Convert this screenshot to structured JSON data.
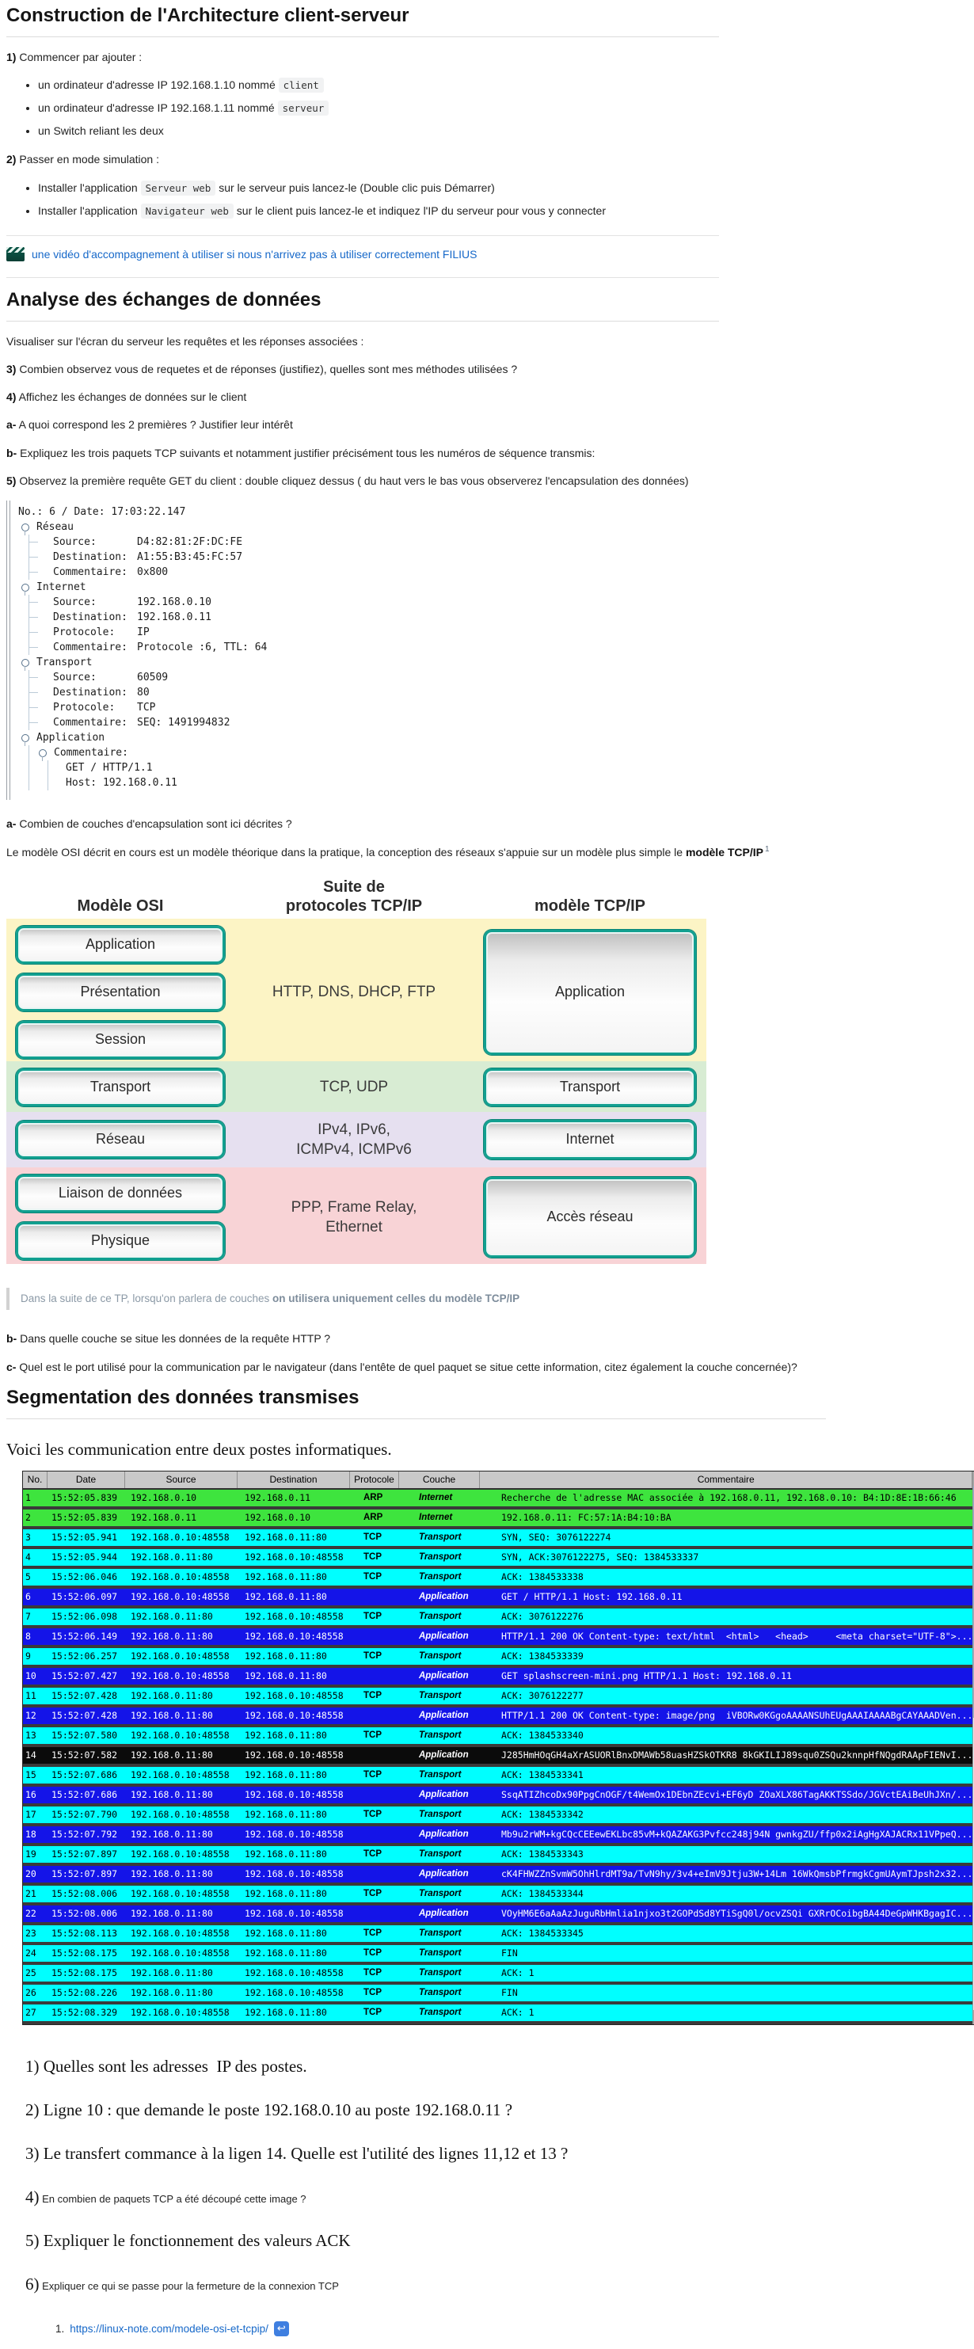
{
  "sections": {
    "s1_title": "Construction de l'Architecture client-serveur",
    "s2_title": "Analyse des échanges de données",
    "s3_title": "Segmentation des données transmises"
  },
  "construction": {
    "step1_label": "1)",
    "step1_text": " Commencer par ajouter :",
    "step1_items": [
      {
        "pre": "un ordinateur d'adresse IP 192.168.1.10 nommé ",
        "code": "client",
        "post": ""
      },
      {
        "pre": "un ordinateur d'adresse IP 192.168.1.11 nommé ",
        "code": "serveur",
        "post": ""
      },
      {
        "pre": "un Switch reliant les deux",
        "code": "",
        "post": ""
      }
    ],
    "step2_label": "2)",
    "step2_text": " Passer en mode simulation :",
    "step2_items": [
      {
        "pre": "Installer l'application ",
        "code": "Serveur web",
        "post": " sur le serveur puis lancez-le (Double clic puis Démarrer)"
      },
      {
        "pre": "Installer l'application ",
        "code": "Navigateur web",
        "post": " sur le client puis lancez-le et indiquez l'IP du serveur pour vous y connecter"
      }
    ],
    "video_link": "une vidéo d'accompagnement à utiliser si nous n'arrivez pas à utiliser correctement FILIUS"
  },
  "analyse": {
    "intro": "Visualiser sur l'écran du serveur les requêtes et les réponses associées :",
    "q3_label": "3)",
    "q3": " Combien observez vous de requetes et de réponses (justifiez), quelles sont mes méthodes utilisées ?",
    "q4_label": "4)",
    "q4": " Affichez les échanges de données sur le client",
    "qa_label": "a-",
    "qa": " A quoi correspond les 2 premières ? Justifier leur intérêt",
    "qb_label": "b-",
    "qb": " Expliquez les trois paquets TCP suivants et notamment justifier précisément tous les numéros de séquence transmis:",
    "q5_label": "5)",
    "q5": " Observez la première requête GET du client : double cliquez dessus ( du haut vers le bas vous observerez l'encapsulation des données)",
    "qa2_label": "a-",
    "qa2": " Combien de couches d'encapsulation sont ici décrites ?",
    "osi_par_pre": "Le modèle OSI décrit en cours est un modèle théorique dans la pratique, la conception des réseaux s'appuie sur un modèle plus simple le ",
    "osi_par_bold": "modèle TCP/IP",
    "osi_footnote_ref": "1",
    "note_pre": "Dans la suite de ce TP, lorsqu'on parlera de couches ",
    "note_bold": "on utilisera uniquement celles du modèle TCP/IP",
    "qb2_label": "b-",
    "qb2": " Dans quelle couche se situe les données de la requête HTTP ?",
    "qc_label": "c-",
    "qc": " Quel est le port utilisé pour la communication par le navigateur (dans l'entête de quel paquet se situe cette information, citez également la couche concernée)?"
  },
  "packet_tree": {
    "title": "No.: 6 / Date: 17:03:22.147",
    "nodes": [
      {
        "label": "Réseau",
        "children": [
          {
            "k": "Source:",
            "v": "D4:82:81:2F:DC:FE"
          },
          {
            "k": "Destination:",
            "v": "A1:55:B3:45:FC:57"
          },
          {
            "k": "Commentaire:",
            "v": "0x800"
          }
        ]
      },
      {
        "label": "Internet",
        "children": [
          {
            "k": "Source:",
            "v": "192.168.0.10"
          },
          {
            "k": "Destination:",
            "v": "192.168.0.11"
          },
          {
            "k": "Protocole:",
            "v": "IP"
          },
          {
            "k": "Commentaire:",
            "v": "Protocole :6, TTL: 64"
          }
        ]
      },
      {
        "label": "Transport",
        "children": [
          {
            "k": "Source:",
            "v": "60509"
          },
          {
            "k": "Destination:",
            "v": "80"
          },
          {
            "k": "Protocole:",
            "v": "TCP"
          },
          {
            "k": "Commentaire:",
            "v": "SEQ: 1491994832"
          }
        ]
      },
      {
        "label": "Application",
        "subnode": {
          "label": "Commentaire:",
          "lines": [
            "GET / HTTP/1.1",
            "Host: 192.168.0.11"
          ]
        }
      }
    ]
  },
  "diagram": {
    "col1_header": "Modèle OSI",
    "col2_header_line1": "Suite de",
    "col2_header_line2": "protocoles TCP/IP",
    "col3_header": "modèle TCP/IP",
    "border_color": "#12A090",
    "bands": [
      {
        "color": "#FCF4C5",
        "left": [
          "Application",
          "Présentation",
          "Session"
        ],
        "middle": [
          "HTTP, DNS, DHCP, FTP"
        ],
        "right": "Application"
      },
      {
        "color": "#D8ECD3",
        "left": [
          "Transport"
        ],
        "middle": [
          "TCP, UDP"
        ],
        "right": "Transport"
      },
      {
        "color": "#E6E0F0",
        "left": [
          "Réseau"
        ],
        "middle": [
          "IPv4, IPv6,",
          "ICMPv4, ICMPv6"
        ],
        "right": "Internet"
      },
      {
        "color": "#F8D3D6",
        "left": [
          "Liaison de données",
          "Physique"
        ],
        "middle": [
          "PPP, Frame Relay,",
          "Ethernet"
        ],
        "right": "Accès réseau"
      }
    ]
  },
  "segmentation": {
    "caption": "Voici les communication entre deux postes informatiques."
  },
  "table": {
    "columns": [
      "No.",
      "Date",
      "Source",
      "Destination",
      "Protocole",
      "Couche",
      "Commentaire"
    ],
    "col_widths": [
      "w-no",
      "w-date",
      "w-src",
      "w-dst",
      "w-proto",
      "w-couche",
      "w-comment"
    ],
    "colors": {
      "green": "#3EE43E",
      "cyan": "#00FFFF",
      "blue": "#1414E8",
      "black": "#0B0B0B"
    },
    "text_colors": {
      "green": "#000000",
      "cyan": "#000000",
      "blue": "#FFFFFF",
      "black": "#FFFFFF"
    },
    "rows": [
      [
        "1",
        "15:52:05.839",
        "192.168.0.10",
        "192.168.0.11",
        "ARP",
        "Internet",
        "Recherche de l'adresse MAC associée à 192.168.0.11, 192.168.0.10: B4:1D:8E:1B:66:46",
        "green"
      ],
      [
        "2",
        "15:52:05.839",
        "192.168.0.11",
        "192.168.0.10",
        "ARP",
        "Internet",
        "192.168.0.11: FC:57:1A:B4:10:BA",
        "green"
      ],
      [
        "3",
        "15:52:05.941",
        "192.168.0.10:48558",
        "192.168.0.11:80",
        "TCP",
        "Transport",
        "SYN, SEQ: 3076122274",
        "cyan"
      ],
      [
        "4",
        "15:52:05.944",
        "192.168.0.11:80",
        "192.168.0.10:48558",
        "TCP",
        "Transport",
        "SYN, ACK:3076122275, SEQ: 1384533337",
        "cyan"
      ],
      [
        "5",
        "15:52:06.046",
        "192.168.0.10:48558",
        "192.168.0.11:80",
        "TCP",
        "Transport",
        "ACK: 1384533338",
        "cyan"
      ],
      [
        "6",
        "15:52:06.097",
        "192.168.0.10:48558",
        "192.168.0.11:80",
        "",
        "Application",
        "GET / HTTP/1.1 Host: 192.168.0.11",
        "blue"
      ],
      [
        "7",
        "15:52:06.098",
        "192.168.0.11:80",
        "192.168.0.10:48558",
        "TCP",
        "Transport",
        "ACK: 3076122276",
        "cyan"
      ],
      [
        "8",
        "15:52:06.149",
        "192.168.0.11:80",
        "192.168.0.10:48558",
        "",
        "Application",
        "HTTP/1.1 200 OK Content-type: text/html  <html>   <head>     <meta charset=\"UTF-8\">...",
        "blue"
      ],
      [
        "9",
        "15:52:06.257",
        "192.168.0.10:48558",
        "192.168.0.11:80",
        "TCP",
        "Transport",
        "ACK: 1384533339",
        "cyan"
      ],
      [
        "10",
        "15:52:07.427",
        "192.168.0.10:48558",
        "192.168.0.11:80",
        "",
        "Application",
        "GET splashscreen-mini.png HTTP/1.1 Host: 192.168.0.11",
        "blue"
      ],
      [
        "11",
        "15:52:07.428",
        "192.168.0.11:80",
        "192.168.0.10:48558",
        "TCP",
        "Transport",
        "ACK: 3076122277",
        "cyan"
      ],
      [
        "12",
        "15:52:07.428",
        "192.168.0.11:80",
        "192.168.0.10:48558",
        "",
        "Application",
        "HTTP/1.1 200 OK Content-type: image/png  iVBORw0KGgoAAAANSUhEUgAAAIAAAABgCAYAAADVen...",
        "blue"
      ],
      [
        "13",
        "15:52:07.580",
        "192.168.0.10:48558",
        "192.168.0.11:80",
        "TCP",
        "Transport",
        "ACK: 1384533340",
        "cyan"
      ],
      [
        "14",
        "15:52:07.582",
        "192.168.0.11:80",
        "192.168.0.10:48558",
        "",
        "Application",
        "J285HmHOqGH4aXrASUORlBnxDMAWb58uasHZSkOTKR8 8kGKILIJ89squ0ZSQu2knnpHfNQgdRAApFIENvI...",
        "black"
      ],
      [
        "15",
        "15:52:07.686",
        "192.168.0.10:48558",
        "192.168.0.11:80",
        "TCP",
        "Transport",
        "ACK: 1384533341",
        "cyan"
      ],
      [
        "16",
        "15:52:07.686",
        "192.168.0.11:80",
        "192.168.0.10:48558",
        "",
        "Application",
        "SsqATIZhcoDx90PpgCnOGF/t4WemOx1DEbnZEcvi+EF6yD ZOaXLX86TagAKKTSSdo/JGVctEAiBeUhJXn/...",
        "blue"
      ],
      [
        "17",
        "15:52:07.790",
        "192.168.0.10:48558",
        "192.168.0.11:80",
        "TCP",
        "Transport",
        "ACK: 1384533342",
        "cyan"
      ],
      [
        "18",
        "15:52:07.792",
        "192.168.0.11:80",
        "192.168.0.10:48558",
        "",
        "Application",
        "Mb9u2rWM+kgCQcCEEewEKLbc85vM+kQAZAKG3Pvfcc248j94N gwnkgZU/ffp0x2iAgHgXAJACRx11VPpeQ...",
        "blue"
      ],
      [
        "19",
        "15:52:07.897",
        "192.168.0.10:48558",
        "192.168.0.11:80",
        "TCP",
        "Transport",
        "ACK: 1384533343",
        "cyan"
      ],
      [
        "20",
        "15:52:07.897",
        "192.168.0.11:80",
        "192.168.0.10:48558",
        "",
        "Application",
        "cK4FHWZZnSvmW5OhHlrdMT9a/TvN9hy/3v4+eImV9Jtju3W+14Lm 16WkQmsbPfrmgkCgmUAymTJpsh2x32...",
        "blue"
      ],
      [
        "21",
        "15:52:08.006",
        "192.168.0.10:48558",
        "192.168.0.11:80",
        "TCP",
        "Transport",
        "ACK: 1384533344",
        "cyan"
      ],
      [
        "22",
        "15:52:08.006",
        "192.168.0.11:80",
        "192.168.0.10:48558",
        "",
        "Application",
        "VOyHM6E6aAaAzJuguRbHmlia1njxo3t2GOPdSd8YTiSgQ0l/ocvZSQi GXRrOCoibgBA44DeGpWHKBgagIC...",
        "blue"
      ],
      [
        "23",
        "15:52:08.113",
        "192.168.0.10:48558",
        "192.168.0.11:80",
        "TCP",
        "Transport",
        "ACK: 1384533345",
        "cyan"
      ],
      [
        "24",
        "15:52:08.175",
        "192.168.0.10:48558",
        "192.168.0.11:80",
        "TCP",
        "Transport",
        "FIN",
        "cyan"
      ],
      [
        "25",
        "15:52:08.175",
        "192.168.0.11:80",
        "192.168.0.10:48558",
        "TCP",
        "Transport",
        "ACK: 1",
        "cyan"
      ],
      [
        "26",
        "15:52:08.226",
        "192.168.0.11:80",
        "192.168.0.10:48558",
        "TCP",
        "Transport",
        "FIN",
        "cyan"
      ],
      [
        "27",
        "15:52:08.329",
        "192.168.0.10:48558",
        "192.168.0.11:80",
        "TCP",
        "Transport",
        "ACK: 1",
        "cyan"
      ]
    ]
  },
  "questions": [
    {
      "num": "1)",
      "text": " Quelles sont les adresses  IP des postes.",
      "style": "serif"
    },
    {
      "num": "2)",
      "text": " Ligne 10 : que demande le poste 192.168.0.10 au poste 192.168.0.11 ?",
      "style": "serif"
    },
    {
      "num": "3)",
      "text": " Le transfert commance à la ligen 14. Quelle est l'utilité des lignes 11,12 et 13 ?",
      "style": "serif"
    },
    {
      "num": "4)",
      "text": " En combien de paquets TCP a été découpé cette image ?",
      "style": "small"
    },
    {
      "num": "5)",
      "text": " Expliquer le fonctionnement des valeurs ACK",
      "style": "serif"
    },
    {
      "num": "6)",
      "text": " Expliquer ce qui se passe pour la fermeture de la connexion TCP",
      "style": "small"
    }
  ],
  "footnote": {
    "num": "1.",
    "url": "https://linux-note.com/modele-osi-et-tcpip/"
  }
}
